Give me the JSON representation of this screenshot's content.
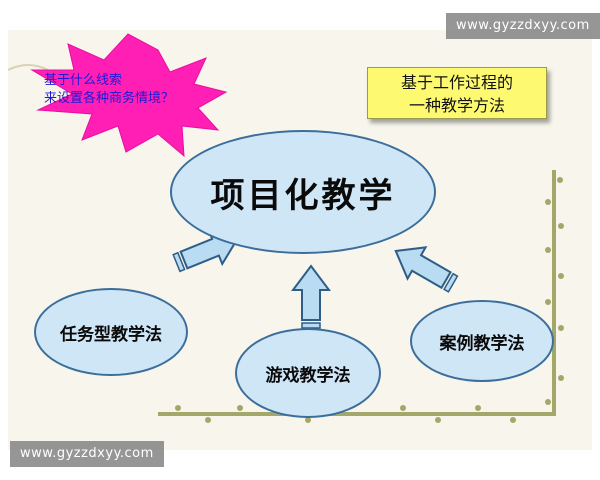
{
  "watermarks": {
    "top": "www.gyzzdxyy.com",
    "bottom": "www.gyzzdxyy.com"
  },
  "star_callout": {
    "line1": "基于什么线索",
    "line2": "来设置各种商务情境？"
  },
  "callout_box": {
    "line1": "基于工作过程的",
    "line2": "一种教学方法"
  },
  "center_node": {
    "label": "项目化教学"
  },
  "method_nodes": [
    {
      "label": "任务型教学法"
    },
    {
      "label": "游戏教学法"
    },
    {
      "label": "案例教学法"
    }
  ],
  "colors": {
    "ellipse_fill": "#cfe6f7",
    "ellipse_border": "#3c6e9b",
    "star": "#ff1fb4",
    "callout_box": "#fdfa72",
    "star_text": "#1b1bd6",
    "arrow_fill": "#b9dcf2"
  }
}
